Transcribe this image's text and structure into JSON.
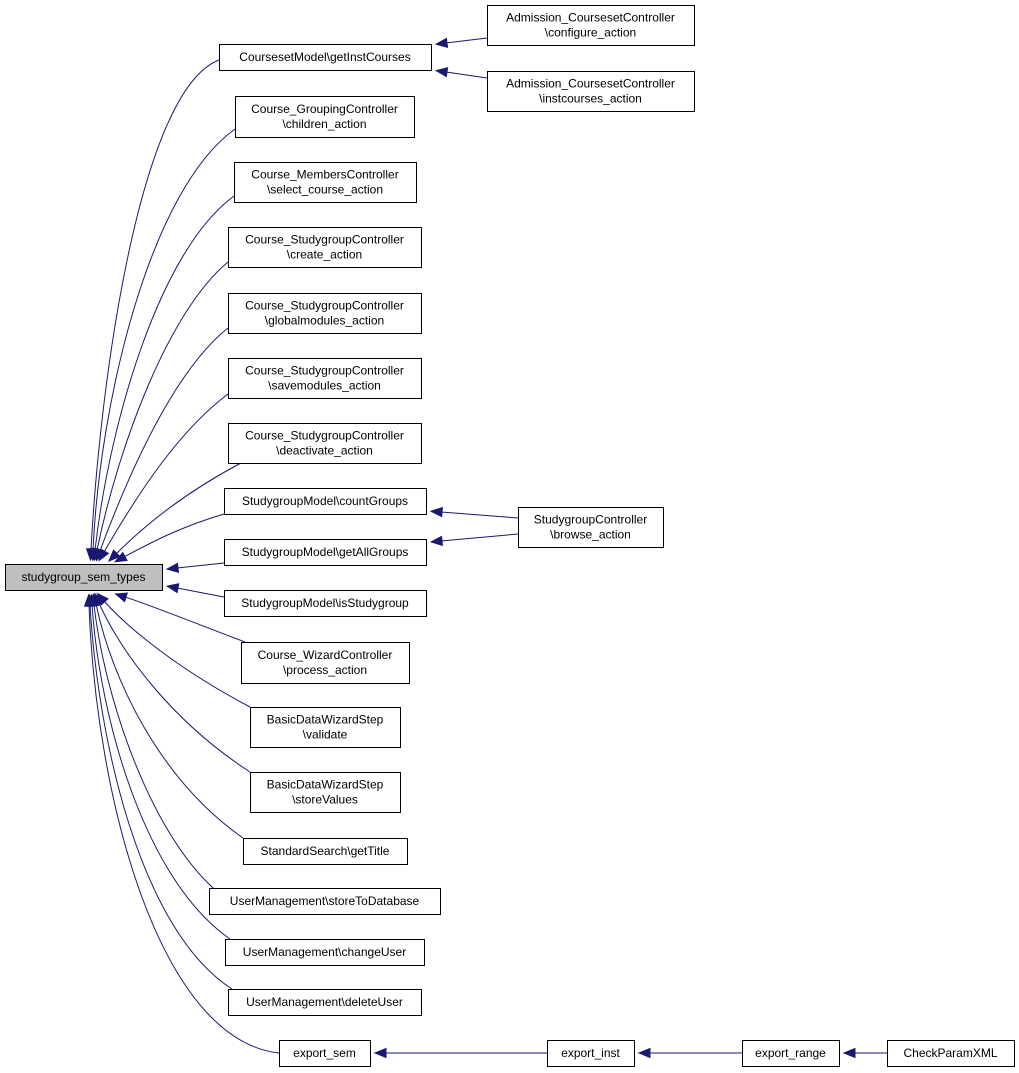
{
  "graph": {
    "edge_color": "#191970",
    "root_fill": "#bfbfbf",
    "nodes": [
      {
        "id": "root",
        "lines": [
          "studygroup_sem_types"
        ],
        "root": true
      },
      {
        "id": "gic",
        "lines": [
          "CoursesetModel\\getInstCourses"
        ]
      },
      {
        "id": "acc",
        "lines": [
          "Admission_CoursesetController",
          "\\configure_action"
        ]
      },
      {
        "id": "aic",
        "lines": [
          "Admission_CoursesetController",
          "\\instcourses_action"
        ]
      },
      {
        "id": "cgc",
        "lines": [
          "Course_GroupingController",
          "\\children_action"
        ]
      },
      {
        "id": "cmc",
        "lines": [
          "Course_MembersController",
          "\\select_course_action"
        ]
      },
      {
        "id": "csc",
        "lines": [
          "Course_StudygroupController",
          "\\create_action"
        ]
      },
      {
        "id": "csg",
        "lines": [
          "Course_StudygroupController",
          "\\globalmodules_action"
        ]
      },
      {
        "id": "css",
        "lines": [
          "Course_StudygroupController",
          "\\savemodules_action"
        ]
      },
      {
        "id": "csd",
        "lines": [
          "Course_StudygroupController",
          "\\deactivate_action"
        ]
      },
      {
        "id": "smc",
        "lines": [
          "StudygroupModel\\countGroups"
        ]
      },
      {
        "id": "sma",
        "lines": [
          "StudygroupModel\\getAllGroups"
        ]
      },
      {
        "id": "scb",
        "lines": [
          "StudygroupController",
          "\\browse_action"
        ]
      },
      {
        "id": "smi",
        "lines": [
          "StudygroupModel\\isStudygroup"
        ]
      },
      {
        "id": "cwp",
        "lines": [
          "Course_WizardController",
          "\\process_action"
        ]
      },
      {
        "id": "bdv",
        "lines": [
          "BasicDataWizardStep",
          "\\validate"
        ]
      },
      {
        "id": "bds",
        "lines": [
          "BasicDataWizardStep",
          "\\storeValues"
        ]
      },
      {
        "id": "ssg",
        "lines": [
          "StandardSearch\\getTitle"
        ]
      },
      {
        "id": "ums",
        "lines": [
          "UserManagement\\storeToDatabase"
        ]
      },
      {
        "id": "umc",
        "lines": [
          "UserManagement\\changeUser"
        ]
      },
      {
        "id": "umd",
        "lines": [
          "UserManagement\\deleteUser"
        ]
      },
      {
        "id": "exs",
        "lines": [
          "export_sem"
        ]
      },
      {
        "id": "exi",
        "lines": [
          "export_inst"
        ]
      },
      {
        "id": "exr",
        "lines": [
          "export_range"
        ]
      },
      {
        "id": "cpx",
        "lines": [
          "CheckParamXML"
        ]
      }
    ],
    "edges": [
      {
        "from": "gic",
        "to": "root"
      },
      {
        "from": "acc",
        "to": "gic"
      },
      {
        "from": "aic",
        "to": "gic"
      },
      {
        "from": "cgc",
        "to": "root"
      },
      {
        "from": "cmc",
        "to": "root"
      },
      {
        "from": "csc",
        "to": "root"
      },
      {
        "from": "csg",
        "to": "root"
      },
      {
        "from": "css",
        "to": "root"
      },
      {
        "from": "csd",
        "to": "root"
      },
      {
        "from": "smc",
        "to": "root"
      },
      {
        "from": "scb",
        "to": "smc"
      },
      {
        "from": "sma",
        "to": "root"
      },
      {
        "from": "scb",
        "to": "sma"
      },
      {
        "from": "smi",
        "to": "root"
      },
      {
        "from": "cwp",
        "to": "root"
      },
      {
        "from": "bdv",
        "to": "root"
      },
      {
        "from": "bds",
        "to": "root"
      },
      {
        "from": "ssg",
        "to": "root"
      },
      {
        "from": "ums",
        "to": "root"
      },
      {
        "from": "umc",
        "to": "root"
      },
      {
        "from": "umd",
        "to": "root"
      },
      {
        "from": "exs",
        "to": "root"
      },
      {
        "from": "exi",
        "to": "exs"
      },
      {
        "from": "exr",
        "to": "exi"
      },
      {
        "from": "cpx",
        "to": "exr"
      }
    ]
  }
}
